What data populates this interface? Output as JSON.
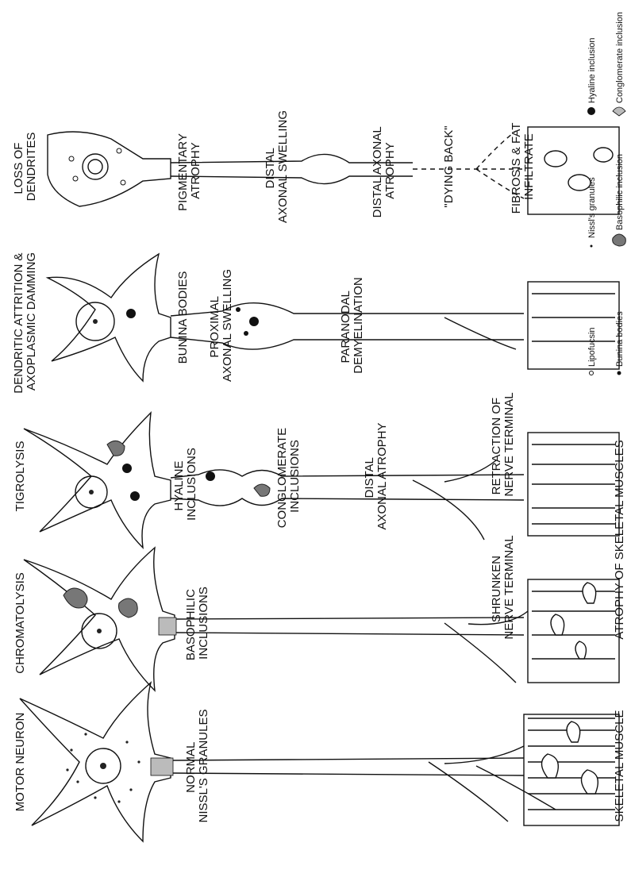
{
  "stages": [
    {
      "title": "MOTOR NEURON",
      "labels": [
        "NORMAL",
        "NISSL'S GRANULES"
      ],
      "muscle": "SKELETAL MUSCLE"
    },
    {
      "title": "CHROMATOLYSIS",
      "labels": [
        "BASOPHILIC",
        "INCLUSIONS"
      ],
      "terminal": [
        "SHRUNKEN",
        "NERVE TERMINAL"
      ]
    },
    {
      "title": "TIGROLYSIS",
      "labels": [
        "HYALINE",
        "INCLUSIONS"
      ],
      "labels2": [
        "CONGLOMERATE",
        "INCLUSIONS"
      ],
      "labels3": [
        "DISTAL",
        "AXONAL ATROPHY"
      ],
      "terminal": [
        "RETRACTION OF",
        "NERVE TERMINAL"
      ]
    },
    {
      "title": [
        "DENDRITIC ATTRITION &",
        "AXOPLASMIC DAMMING"
      ],
      "labels": [
        "BUNINA BODIES"
      ],
      "labels2": [
        "PROXIMAL",
        "AXONAL SWELLING"
      ],
      "labels3": [
        "PARANODAL",
        "DEMYELINATION"
      ]
    },
    {
      "title": [
        "LOSS OF",
        "DENDRITES"
      ],
      "labels": [
        "PIGMENTARY",
        "ATROPHY"
      ],
      "labels2": [
        "DISTAL",
        "AXONAL SWELLING"
      ],
      "labels3": [
        "DISTAL AXONAL",
        "ATROPHY"
      ],
      "labels4": "\"DYING BACK\"",
      "muscle": [
        "FIBROSIS & FAT",
        "INFILTRATE"
      ]
    }
  ],
  "bottom_caption": "ATROPHY OF SKELETAL MUSCLES",
  "legend": {
    "lipofuscin": "Lipofucsin",
    "bunina": "Bunina bodies",
    "nissl": "Nissl's granules",
    "basophilic": "Basophilic inclusion",
    "hyaline": "Hyaline inclusion",
    "conglomerate": "Conglomerate inclusion"
  }
}
